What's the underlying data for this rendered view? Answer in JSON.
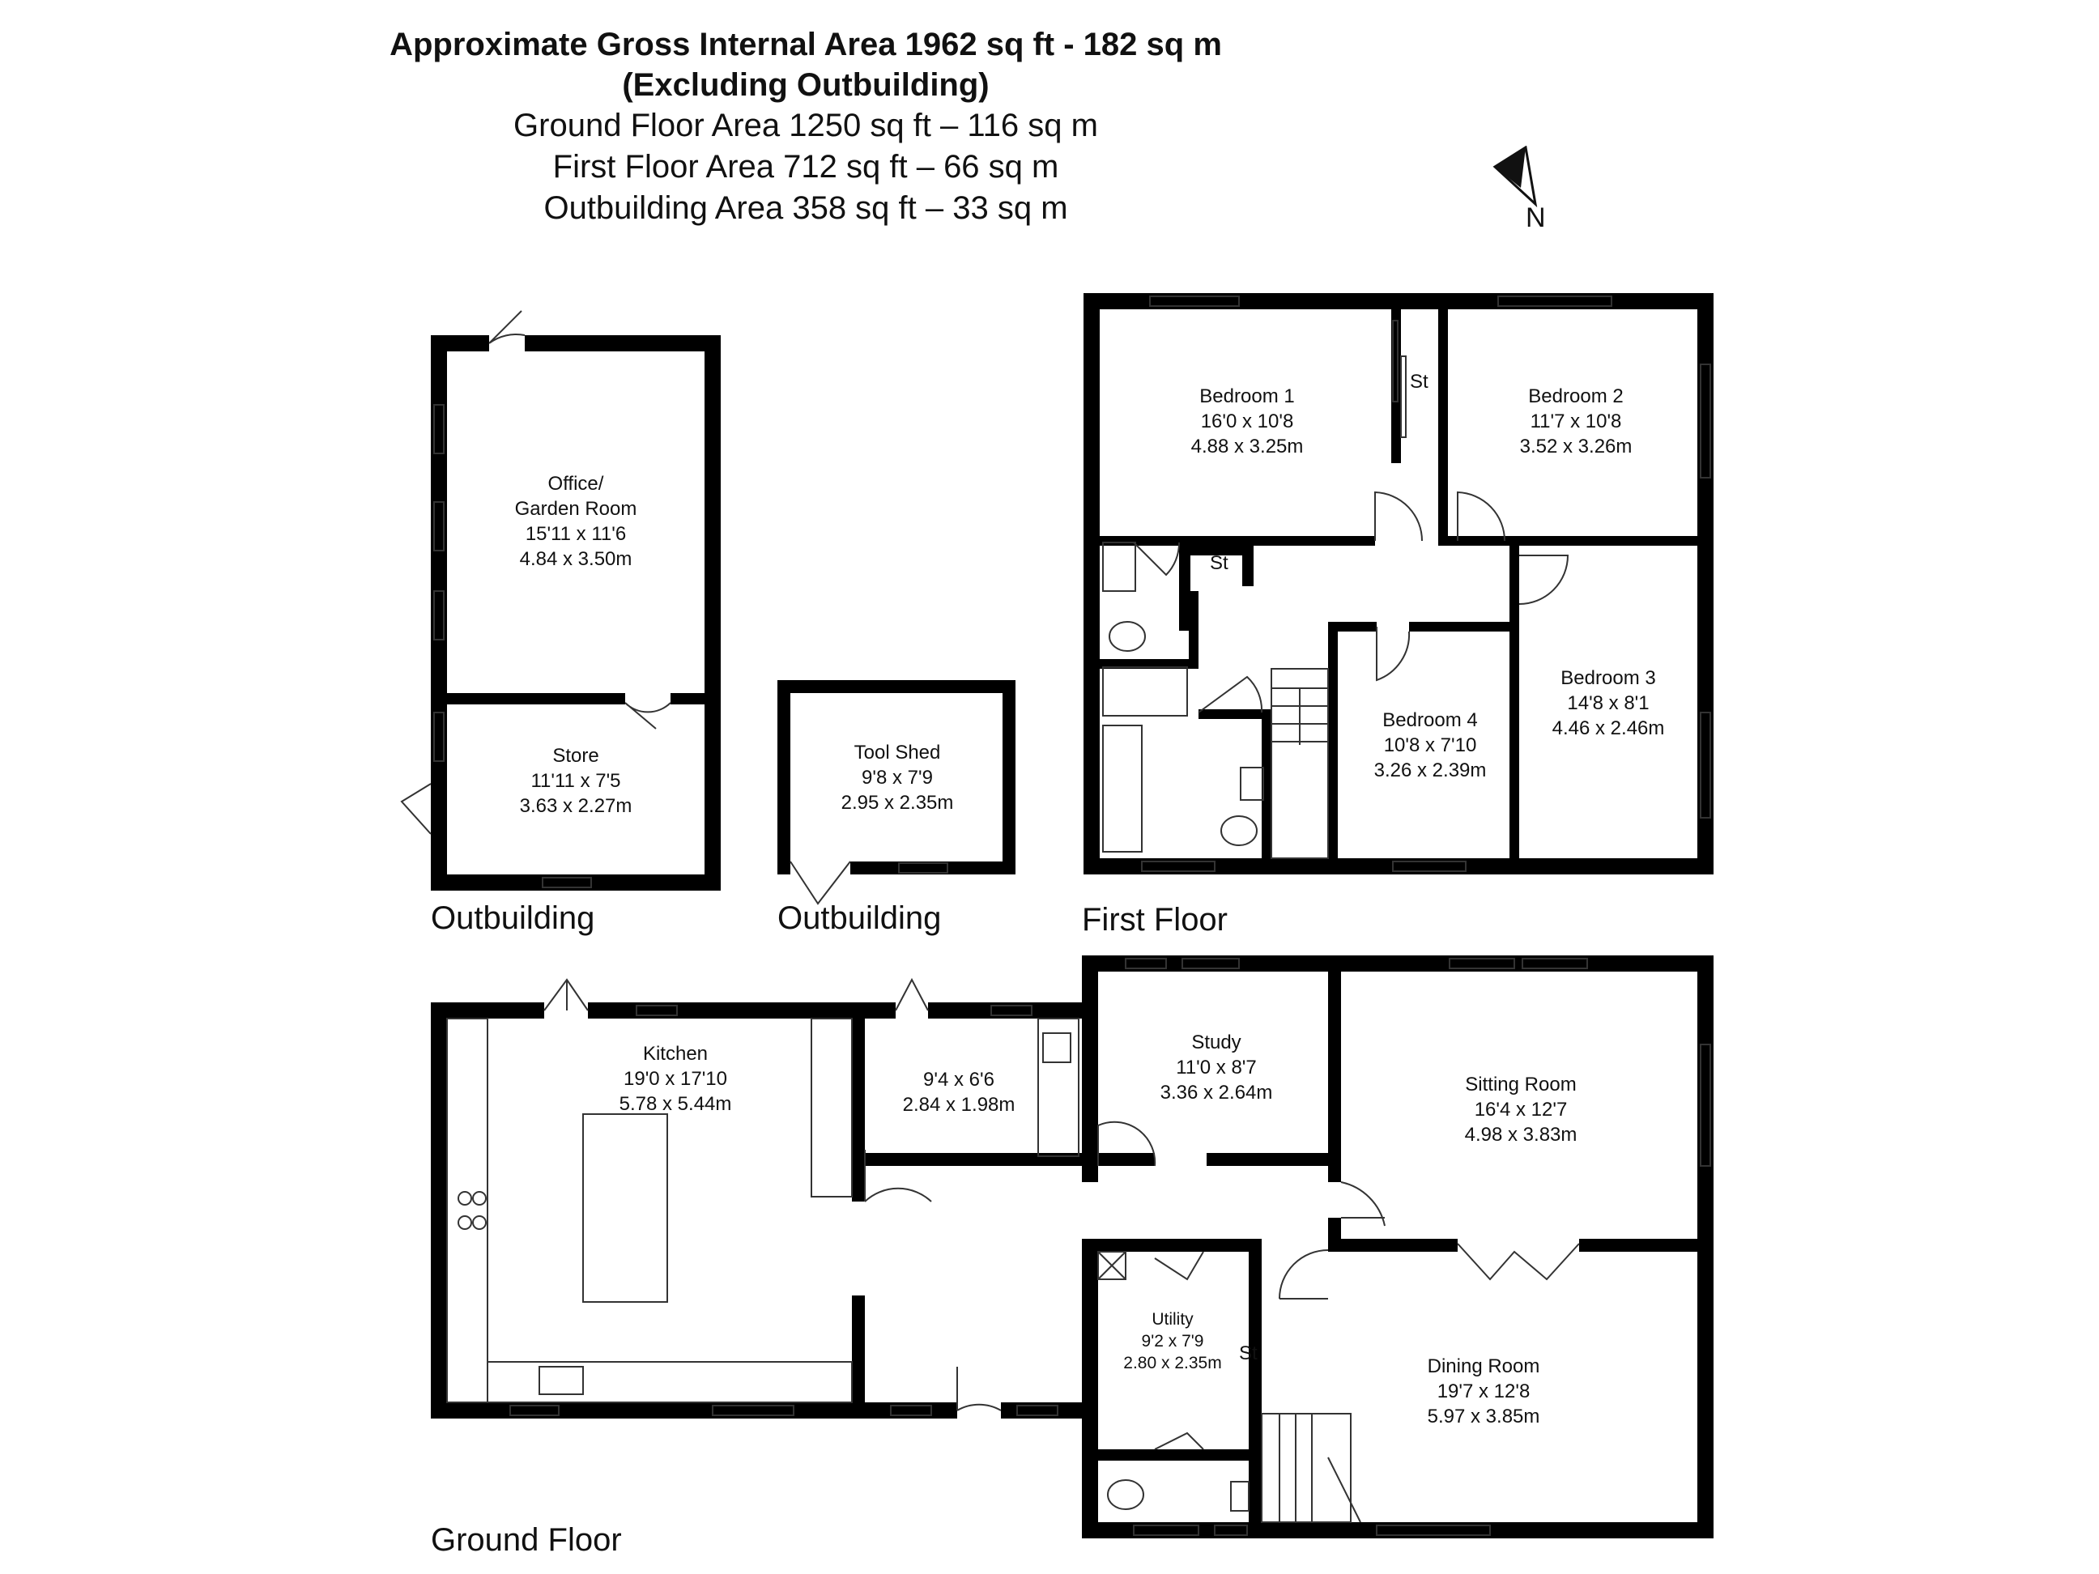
{
  "header": {
    "line1": "Approximate Gross Internal Area 1962 sq ft - 182 sq m",
    "line2": "(Excluding Outbuilding)",
    "line3": "Ground Floor Area 1250 sq ft – 116 sq m",
    "line4": "First Floor Area 712 sq ft – 66 sq m",
    "line5": "Outbuilding Area 358 sq ft – 33 sq m"
  },
  "compass": {
    "label": "N",
    "icon": "north-arrow-icon"
  },
  "floors": {
    "outbuilding_1": "Outbuilding",
    "outbuilding_2": "Outbuilding",
    "first": "First Floor",
    "ground": "Ground Floor"
  },
  "rooms": {
    "office": {
      "name": "Office/",
      "name2": "Garden Room",
      "imperial": "15'11 x 11'6",
      "metric": "4.84 x 3.50m"
    },
    "store": {
      "name": "Store",
      "imperial": "11'11 x 7'5",
      "metric": "3.63 x 2.27m"
    },
    "toolshed": {
      "name": "Tool Shed",
      "imperial": "9'8 x 7'9",
      "metric": "2.95 x 2.35m"
    },
    "bedroom1": {
      "name": "Bedroom 1",
      "imperial": "16'0 x 10'8",
      "metric": "4.88 x 3.25m"
    },
    "bedroom2": {
      "name": "Bedroom 2",
      "imperial": "11'7 x 10'8",
      "metric": "3.52 x 3.26m"
    },
    "bedroom3": {
      "name": "Bedroom 3",
      "imperial": "14'8 x 8'1",
      "metric": "4.46 x 2.46m"
    },
    "bedroom4": {
      "name": "Bedroom 4",
      "imperial": "10'8 x 7'10",
      "metric": "3.26 x 2.39m"
    },
    "kitchen": {
      "name": "Kitchen",
      "imperial": "19'0 x 17'10",
      "metric": "5.78 x 5.44m"
    },
    "rear_lobby": {
      "imperial": "9'4 x 6'6",
      "metric": "2.84 x 1.98m"
    },
    "study": {
      "name": "Study",
      "imperial": "11'0 x 8'7",
      "metric": "3.36 x 2.64m"
    },
    "sitting": {
      "name": "Sitting Room",
      "imperial": "16'4 x 12'7",
      "metric": "4.98 x 3.83m"
    },
    "utility": {
      "name": "Utility",
      "imperial": "9'2 x 7'9",
      "metric": "2.80 x 2.35m"
    },
    "dining": {
      "name": "Dining Room",
      "imperial": "19'7 x 12'8",
      "metric": "5.97 x 3.85m"
    }
  },
  "store_labels": {
    "st1": "St",
    "st2": "St",
    "st3": "St"
  }
}
